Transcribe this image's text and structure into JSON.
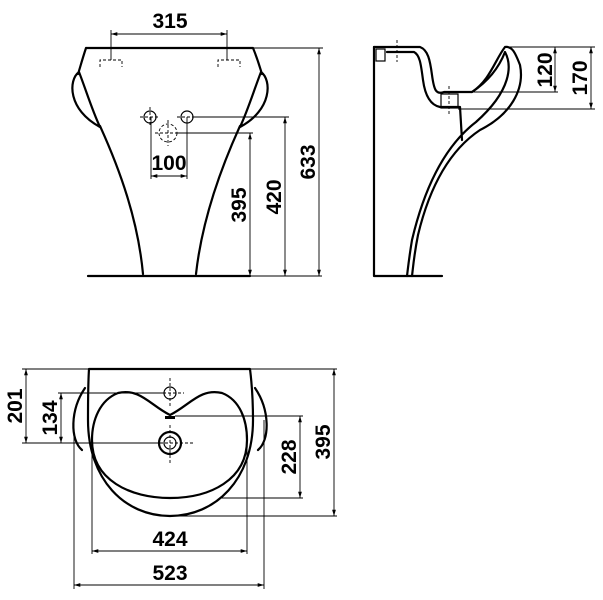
{
  "drawing": {
    "front_view": {
      "dims": {
        "tap_spacing": "315",
        "hole_spacing": "100",
        "waste_height": "395",
        "supply_height": "420",
        "total_height": "633"
      }
    },
    "side_view": {
      "dims": {
        "bowl_depth": "120",
        "waste_depth": "170"
      }
    },
    "plan_view": {
      "dims": {
        "wall_to_waste": "201",
        "tap_to_waste": "134",
        "bowl_inner_depth": "228",
        "total_depth": "395",
        "inner_width": "424",
        "total_width": "523"
      }
    }
  },
  "colors": {
    "line": "#000000",
    "background": "#ffffff"
  }
}
